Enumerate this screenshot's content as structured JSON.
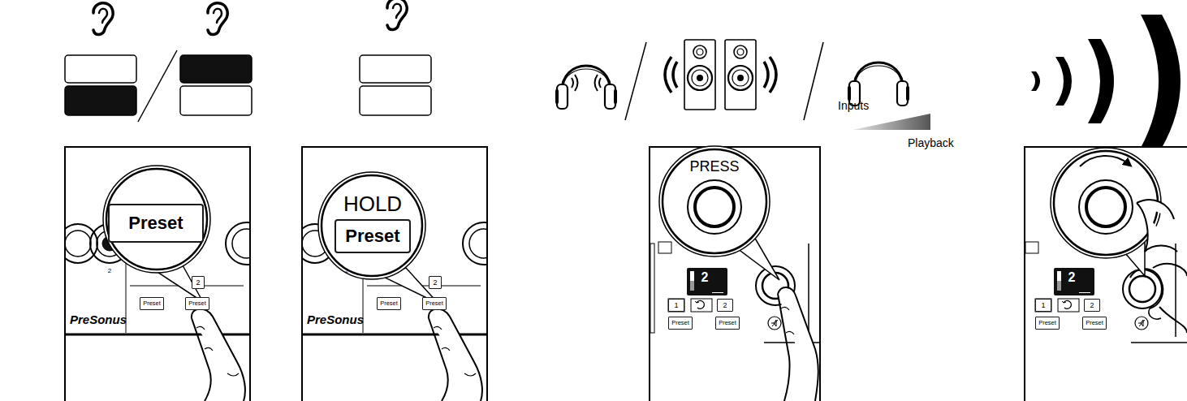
{
  "diagram": {
    "nodes": [
      {
        "text": [
          "Preset"
        ]
      },
      {
        "text": [
          "2"
        ]
      },
      {
        "text": [
          "Preset"
        ]
      },
      {
        "text": [
          "Preset"
        ]
      },
      {
        "text": [
          "HOLD",
          "Preset"
        ]
      },
      {
        "text": [
          "2"
        ]
      },
      {
        "text": [
          "Preset"
        ]
      },
      {
        "text": [
          "Preset"
        ]
      },
      {
        "text": [
          "1"
        ]
      },
      {
        "text": [
          "2"
        ]
      },
      {
        "text": [
          "Preset"
        ]
      },
      {
        "text": [
          "Preset"
        ]
      },
      {
        "text": [
          "1"
        ]
      },
      {
        "text": [
          "2"
        ]
      },
      {
        "text": [
          "Preset"
        ]
      },
      {
        "text": [
          "Preset"
        ]
      }
    ],
    "labels": [
      "2",
      "PreSonus",
      "2",
      "PreSonus",
      "Inputs",
      "Playback",
      "PRESS",
      "2",
      "2"
    ]
  }
}
